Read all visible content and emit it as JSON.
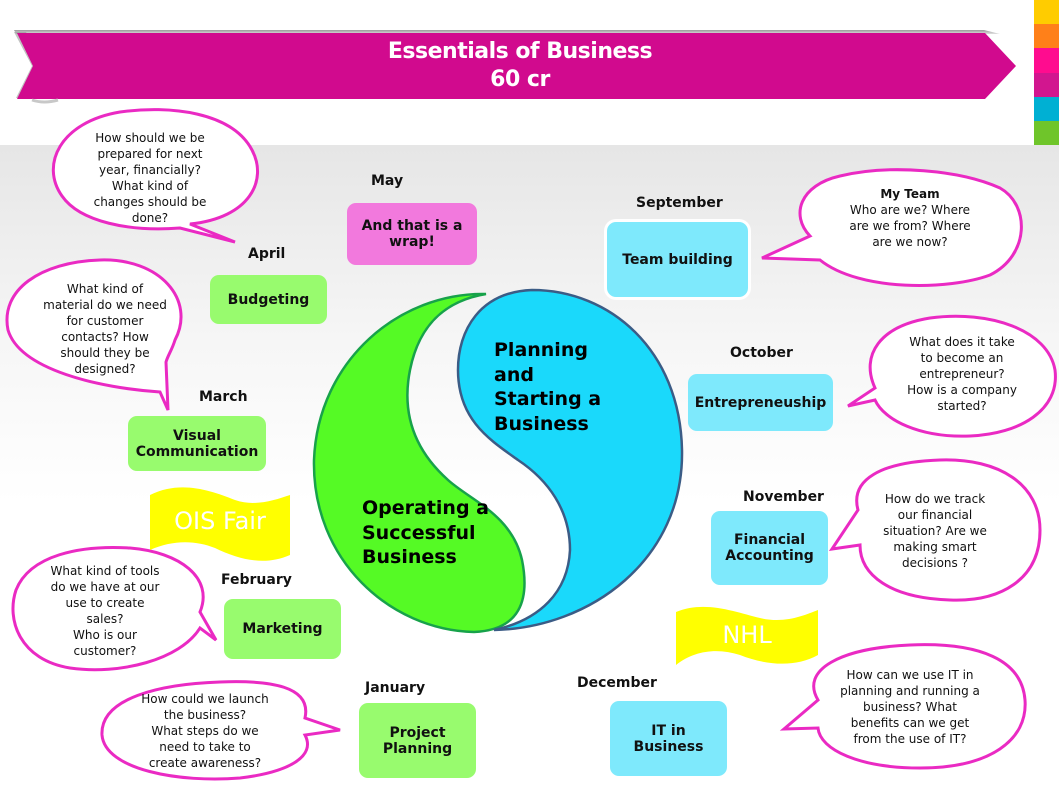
{
  "header": {
    "title": "Essentials of Business",
    "subtitle": "60 cr",
    "banner_color": "#d10a8e"
  },
  "color_bar": [
    "#ffcc00",
    "#ff8019",
    "#ff0c8f",
    "#d2168f",
    "#00b0d3",
    "#6fc52a"
  ],
  "center": {
    "left_half": "Operating a Successful Business",
    "left_lines": [
      "Operating a",
      "Successful",
      "Business"
    ],
    "right_half": "Planning and Starting a Business",
    "right_lines": [
      "Planning",
      "and",
      "Starting a",
      "Business"
    ],
    "left_color": "#55fa25",
    "right_color": "#1ad9fb"
  },
  "flags": [
    {
      "label": "OIS Fair",
      "color": "#ffff00"
    },
    {
      "label": "NHL",
      "color": "#ffff00"
    }
  ],
  "months": [
    {
      "month": "May",
      "topic": "And that is a wrap!",
      "style": "pink",
      "question": null
    },
    {
      "month": "April",
      "topic": "Budgeting",
      "style": "green",
      "question": [
        "How should we be",
        "prepared for next",
        "year, financially?",
        "What kind of",
        "changes should be",
        "done?"
      ]
    },
    {
      "month": "March",
      "topic": "Visual Communication",
      "style": "green",
      "question": [
        "What kind of",
        "material do we need",
        "for customer",
        "contacts?  How",
        "should they be",
        "designed?"
      ]
    },
    {
      "month": "February",
      "topic": "Marketing",
      "style": "green",
      "question": [
        "What kind of tools",
        "do we have at our",
        "use to create",
        "sales?",
        "Who is our",
        "customer?"
      ]
    },
    {
      "month": "January",
      "topic": "Project Planning",
      "style": "green",
      "question": [
        "How could we launch",
        "the business?",
        "What steps do we",
        "need to take to",
        "create awareness?"
      ]
    },
    {
      "month": "September",
      "topic": "Team building",
      "style": "blue",
      "question_title": "My Team",
      "question": [
        "Who are we? Where",
        "are we from? Where",
        "are we now?"
      ]
    },
    {
      "month": "October",
      "topic": "Entrepreneuship",
      "style": "blue",
      "question": [
        "What does it take",
        "to become an",
        "entrepreneur?",
        "How is a company",
        "started?"
      ]
    },
    {
      "month": "November",
      "topic": "Financial Accounting",
      "style": "blue",
      "question": [
        "How do we track",
        "our financial",
        "situation?  Are we",
        "making  smart",
        "decisions ?"
      ]
    },
    {
      "month": "December",
      "topic": "IT in Business",
      "style": "blue",
      "question": [
        "How can  we use IT in",
        "planning and running a",
        "business? What",
        "benefits can we get",
        "from the use of IT?"
      ]
    }
  ]
}
